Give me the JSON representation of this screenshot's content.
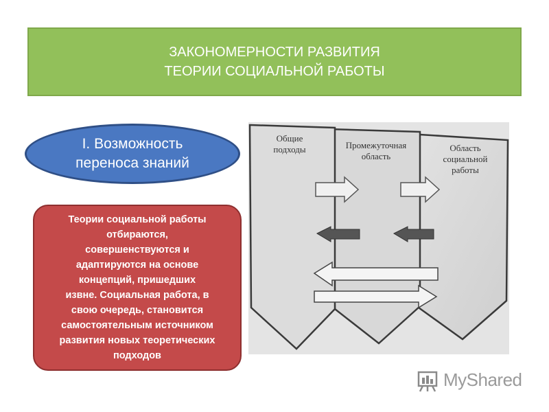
{
  "title": {
    "line1": "ЗАКОНОМЕРНОСТИ РАЗВИТИЯ",
    "line2": "ТЕОРИИ СОЦИАЛЬНОЙ РАБОТЫ"
  },
  "oval": {
    "line1": "I. Возможность",
    "line2": "переноса знаний"
  },
  "description": {
    "lines": [
      "Теории социальной работы",
      "отбираются,",
      "совершенствуются и",
      "адаптируются на основе",
      "концепций, пришедших",
      "извне. Социальная работа, в",
      "свою очередь, становится",
      "самостоятельным источником",
      "развития новых теоретических",
      "подходов"
    ]
  },
  "diagram": {
    "col1": [
      "Общие",
      "подходы"
    ],
    "col2": [
      "Промежуточная",
      "область"
    ],
    "col3": [
      "Область",
      "социальной",
      "работы"
    ]
  },
  "logo": {
    "text": "MyShared"
  },
  "colors": {
    "title_bg": "#92c05a",
    "oval_bg": "#4a78c2",
    "box_bg": "#c44a4a"
  }
}
